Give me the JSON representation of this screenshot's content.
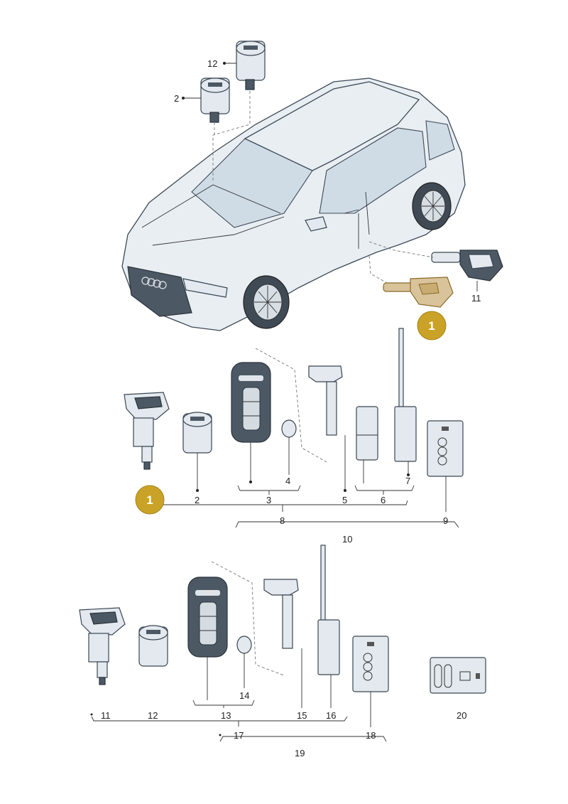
{
  "car_labels": {
    "p12": "12",
    "p2": "2",
    "p11": "11",
    "badge": "1"
  },
  "set_a": {
    "badge": "1",
    "p2": "2",
    "p3": "3",
    "p4": "4",
    "p5": "5",
    "p6": "6",
    "p7": "7",
    "p8": "8",
    "p9": "9",
    "p10": "10"
  },
  "set_b": {
    "p11": "11",
    "p12": "12",
    "p13": "13",
    "p14": "14",
    "p15": "15",
    "p16": "16",
    "p17": "17",
    "p18": "18",
    "p19": "19",
    "p20": "20"
  },
  "colors": {
    "highlight_badge": "#c9a227",
    "highlight_part": "#d9c39a",
    "line_art": "#3a4652"
  }
}
